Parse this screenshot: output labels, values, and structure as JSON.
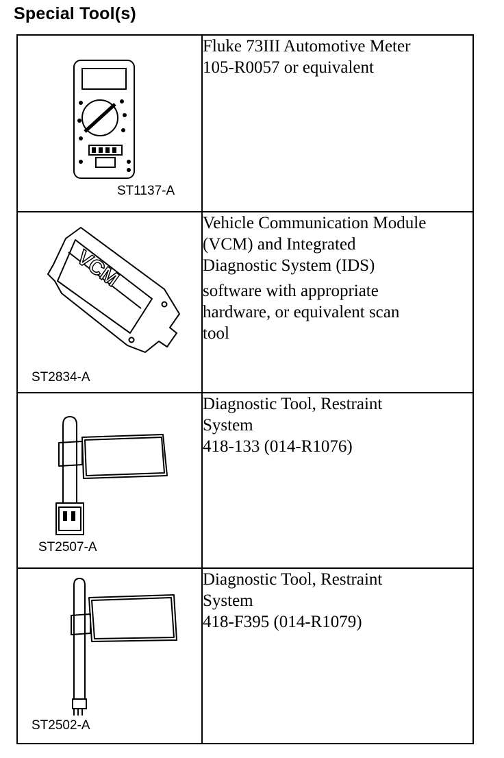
{
  "page_title": "Special Tool(s)",
  "tools": [
    {
      "code": "ST1137-A",
      "icon": "multimeter-icon",
      "lines": [
        "Fluke 73III Automotive Meter",
        "105-R0057 or equivalent"
      ],
      "extra_lines": []
    },
    {
      "code": "ST2834-A",
      "icon": "vcm-module-icon",
      "lines": [
        "Vehicle Communication Module",
        "(VCM) and Integrated",
        "Diagnostic System (IDS)"
      ],
      "extra_lines": [
        "software with appropriate",
        "hardware, or equivalent scan",
        "tool"
      ]
    },
    {
      "code": "ST2507-A",
      "icon": "restraint-diagnostic-tool-icon",
      "lines": [
        "Diagnostic Tool, Restraint",
        "System",
        "418-133 (014-R1076)"
      ],
      "extra_lines": []
    },
    {
      "code": "ST2502-A",
      "icon": "restraint-diagnostic-tool-icon",
      "lines": [
        "Diagnostic Tool, Restraint",
        "System",
        "418-F395 (014-R1079)"
      ],
      "extra_lines": []
    }
  ],
  "vcm_label": "VCM"
}
